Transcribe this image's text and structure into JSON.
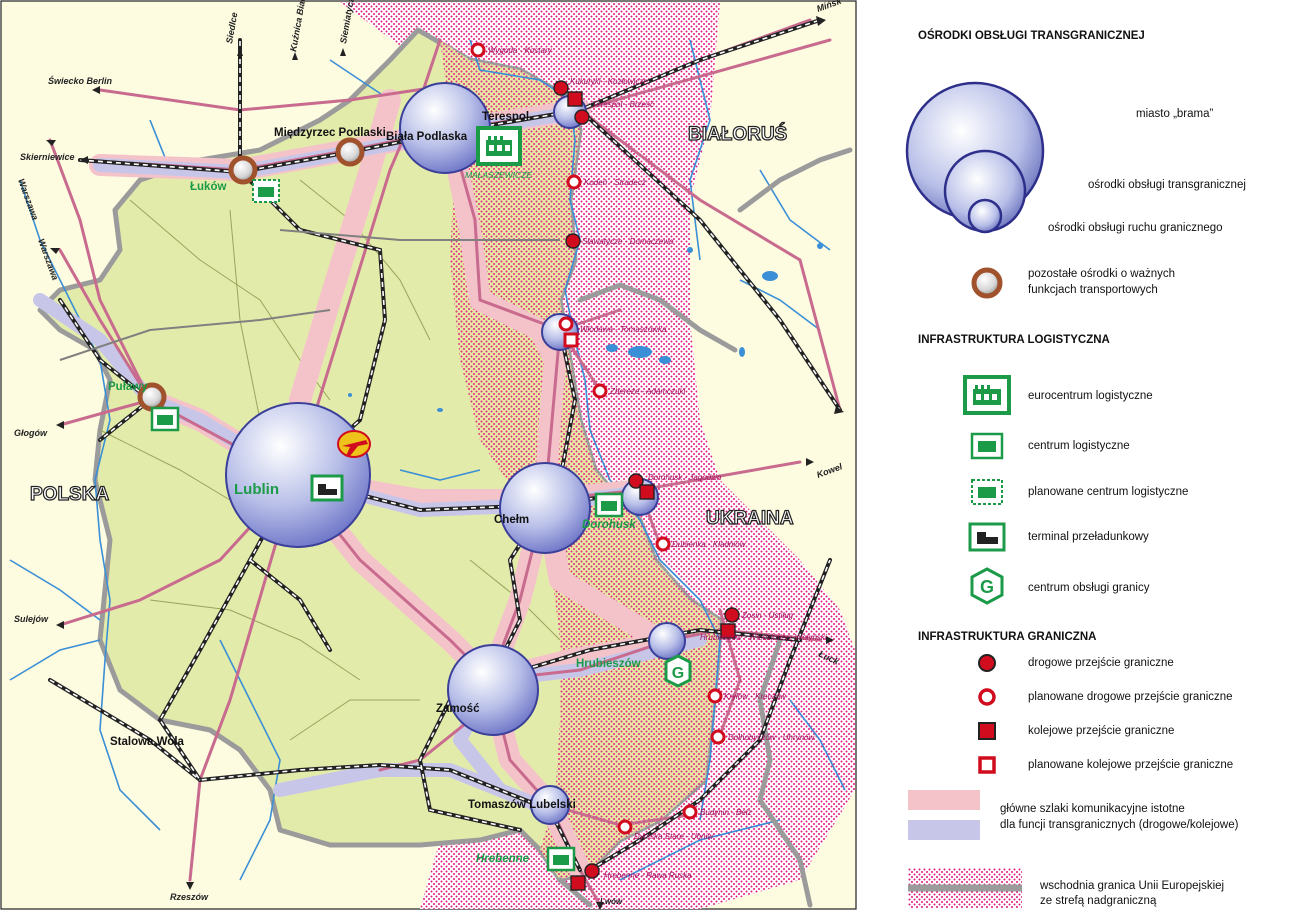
{
  "colors": {
    "poland_fill": "#e3ebaa",
    "belarus_ukraine_fill": "#ffffff",
    "dot_pink": "#e0157e",
    "corridor_pink": "#f4c3ca",
    "corridor_blue": "#c8c6e8",
    "road_line": "#c86b8e",
    "river": "#3a8fd6",
    "border_gray": "#9b9b9b",
    "green": "#1b9a48",
    "gateway_blue": "#5a63b5",
    "crossing_red": "#d10c1e"
  },
  "countries": {
    "poland": "POLSKA",
    "belarus": "BIAŁORUŚ",
    "ukraine": "UKRAINA"
  },
  "directions": [
    "Siedlce",
    "Kuźnica Białostocka",
    "Siemiatycze",
    "Mińsk",
    "Świecko Berlin",
    "Skierniewice",
    "Warszawa",
    "Warszawa",
    "Głogów",
    "Kowel",
    "Sulejów",
    "Łuck",
    "Rzeszów",
    "Lwów"
  ],
  "cities": {
    "terespol": "Terespol",
    "biala_podlaska": "Biała Podlaska",
    "miedzyrzec": "Międzyrzec Podlaski",
    "lukow": "Łuków",
    "pulawy": "Puławy",
    "lublin": "Lublin",
    "chelm": "Chełm",
    "dorohusk": "Dorohusk",
    "hrubieszow": "Hrubieszów",
    "zamosc": "Zamość",
    "tomaszow": "Tomaszów Lubelski",
    "stalowa_wola": "Stalowa Wola",
    "hrebenne": "Hrebenne",
    "malaszewicze": "MAŁASZEWICZE"
  },
  "crossings": [
    "Wygoda - Kostary",
    "Kukuryki - Kozłowicze",
    "Terespol - Brześć",
    "Kodeń - Stradecz",
    "Sławatycze - Domaczewo",
    "Włodawa - Tomaszówka",
    "Zbereże - Adamczuki",
    "Dorohusk - Jagodzin",
    "Dubienka - Kładniów",
    "Zosin - Ustiług",
    "Hrubieszów - Włodzimierz Wołyński",
    "Kryłów - Kreczów",
    "Dołhobyczów - Uhrynów",
    "Budynin - Bełz",
    "Dyniska Stare - Uhniw",
    "Hrebenne - Rawa Ruska"
  ],
  "legend": {
    "section1_title": "OŚRODKI OBSŁUGI TRANSGRANICZNEJ",
    "gateway_city": "miasto „brama”",
    "cross_border_centres": "ośrodki obsługi transgranicznej",
    "border_traffic_centres": "ośrodki obsługi ruchu granicznego",
    "other_centres_1": "pozostałe ośrodki o ważnych",
    "other_centres_2": "funkcjach transportowych",
    "section2_title": "INFRASTRUKTURA LOGISTYCZNA",
    "eurocentre": "eurocentrum logistyczne",
    "logistics_centre": "centrum logistyczne",
    "planned_logistics_centre": "planowane centrum logistyczne",
    "transshipment_terminal": "terminal przeładunkowy",
    "border_service_centre": "centrum obsługi granicy",
    "section3_title": "INFRASTRUKTURA GRANICZNA",
    "road_crossing": "drogowe przejście graniczne",
    "planned_road_crossing": "planowane drogowe przejście graniczne",
    "rail_crossing": "kolejowe przejście graniczne",
    "planned_rail_crossing": "planowane kolejowe przejście graniczne",
    "corridors_1": "główne szlaki komunikacyjne istotne",
    "corridors_2": "dla funcji transgranicznych (drogowe/kolejowe)",
    "eu_border_1": "wschodnia granica Unii Europejskiej",
    "eu_border_2": "ze strefą nadgraniczną",
    "g_letter": "G"
  }
}
